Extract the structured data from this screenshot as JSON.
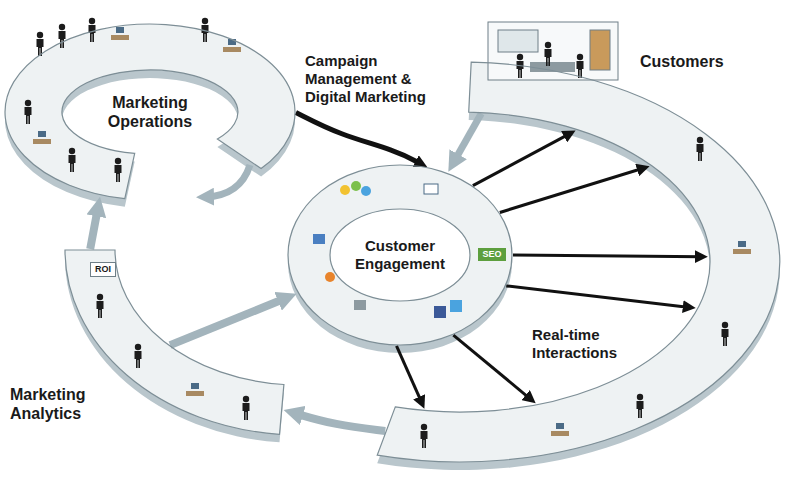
{
  "diagram": {
    "nodes": [
      {
        "text": [
          "Marketing Operations"
        ]
      },
      {
        "text": [
          "Customers"
        ]
      },
      {
        "text": [
          "Customer Engagement"
        ]
      },
      {
        "text": [
          "Marketing Analytics"
        ]
      }
    ],
    "edges": [
      {
        "from": 0,
        "to": 2,
        "label": "Campaign Management & Digital Marketing",
        "arrow": "to"
      },
      {
        "from": 2,
        "to": 1,
        "arrow": "to"
      },
      {
        "from": 2,
        "to": 1,
        "arrow": "to"
      },
      {
        "from": 2,
        "to": 1,
        "arrow": "to"
      },
      {
        "from": 2,
        "to": 1,
        "arrow": "to"
      },
      {
        "from": 2,
        "to": 1,
        "arrow": "to"
      },
      {
        "from": 2,
        "to": 1,
        "arrow": "to"
      },
      {
        "from": 1,
        "to": 2,
        "arrow": "to"
      },
      {
        "from": 1,
        "to": 3,
        "arrow": "to"
      },
      {
        "from": 3,
        "to": 0,
        "arrow": "to"
      },
      {
        "from": 3,
        "to": 2,
        "arrow": "to"
      }
    ],
    "labels": [
      "Real-time Interactions",
      "SEO",
      "ROI"
    ]
  }
}
